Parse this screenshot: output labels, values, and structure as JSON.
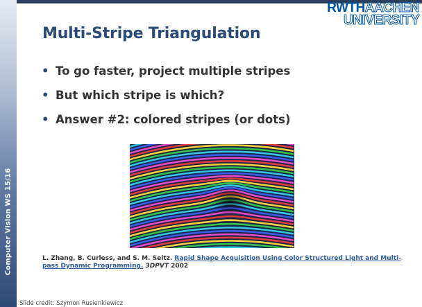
{
  "sidebar": {
    "label": "Computer Vision WS 15/16"
  },
  "logo": {
    "line1_a": "RWTH",
    "line1_b": "AACHEN",
    "line2": "UNIVERSITY"
  },
  "slide": {
    "title": "Multi-Stripe Triangulation",
    "bullets": [
      "To go faster, project multiple stripes",
      "But which stripe is which?",
      "Answer #2: colored stripes (or dots)"
    ],
    "bullet_symbol": "•"
  },
  "citation": {
    "authors": "L. Zhang, B. Curless, and S. M. Seitz.",
    "link_text": "Rapid Shape Acquisition Using Color Structured Light and Multi-pass Dynamic Programming.",
    "venue": "3DPVT",
    "year": "2002"
  },
  "credit": "Slide credit: Szymon Rusienkiewicz",
  "colors": {
    "title": "#2d4b77",
    "stripes": [
      "#e23c3c",
      "#ffd23a",
      "#34c44c",
      "#36c6e6",
      "#3a5df0",
      "#e84ac8"
    ]
  }
}
